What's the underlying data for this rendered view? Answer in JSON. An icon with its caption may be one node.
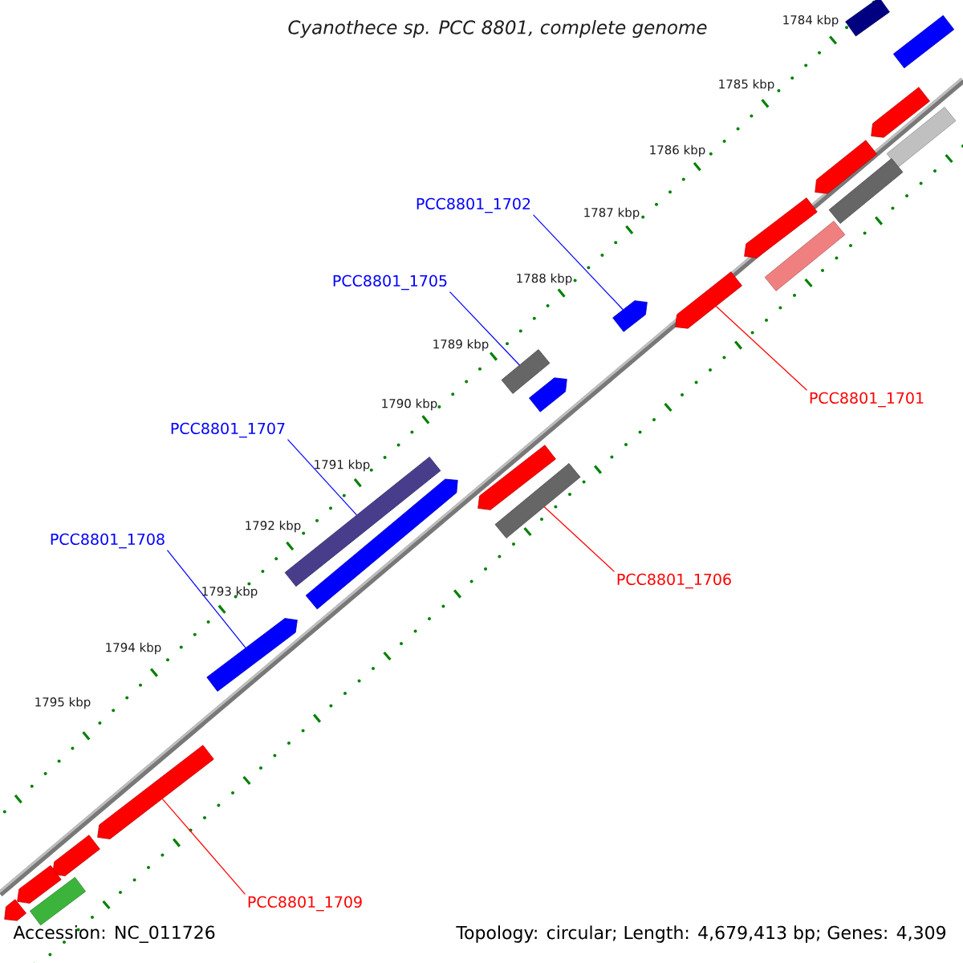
{
  "diagram": {
    "title": "Cyanothece sp. PCC 8801, complete genome",
    "nodes": [
      {
        "text": [
          "PCC8801_1702"
        ]
      },
      {
        "text": [
          "PCC8801_1705"
        ]
      },
      {
        "text": [
          "PCC8801_1701"
        ]
      },
      {
        "text": [
          "PCC8801_1707"
        ]
      },
      {
        "text": [
          "PCC8801_1708"
        ]
      },
      {
        "text": [
          "PCC8801_1706"
        ]
      },
      {
        "text": [
          "PCC8801_1709"
        ]
      },
      {
        "text": [],
        "shape": "bar"
      },
      {
        "text": [],
        "shape": "bar"
      },
      {
        "text": [],
        "shape": "arrow"
      },
      {
        "text": [],
        "shape": "bar"
      },
      {
        "text": [],
        "shape": "arrow"
      },
      {
        "text": [],
        "shape": "bar"
      },
      {
        "text": [],
        "shape": "arrow"
      },
      {
        "text": [],
        "shape": "bar"
      },
      {
        "text": [],
        "shape": "arrow"
      },
      {
        "text": [],
        "shape": "arrow"
      },
      {
        "text": [],
        "shape": "bar"
      },
      {
        "text": [],
        "shape": "arrow"
      },
      {
        "text": [],
        "shape": "arrow"
      },
      {
        "text": [],
        "shape": "bar"
      },
      {
        "text": [],
        "shape": "bar"
      },
      {
        "text": [],
        "shape": "arrow"
      },
      {
        "text": [],
        "shape": "arrow"
      },
      {
        "text": [],
        "shape": "arrow"
      },
      {
        "text": [],
        "shape": "arrow"
      },
      {
        "text": [],
        "shape": "arrow"
      },
      {
        "text": [],
        "shape": "bar"
      },
      {
        "text": [],
        "shape": "arrow"
      }
    ],
    "edges": [
      {
        "from": 0,
        "to": 16,
        "arrow": "none"
      },
      {
        "from": 1,
        "to": 17,
        "arrow": "none"
      },
      {
        "from": 2,
        "to": 15,
        "arrow": "none",
        "color": "#ff0000"
      },
      {
        "from": 3,
        "to": 20,
        "arrow": "none"
      },
      {
        "from": 4,
        "to": 23,
        "arrow": "none"
      },
      {
        "from": 5,
        "to": 21,
        "arrow": "none",
        "color": "#ff0000"
      },
      {
        "from": 6,
        "to": 24,
        "arrow": "none",
        "color": "#ff0000"
      }
    ],
    "labels": [
      "1784 kbp",
      "1785 kbp",
      "1786 kbp",
      "1787 kbp",
      "1788 kbp",
      "1789 kbp",
      "1790 kbp",
      "1791 kbp",
      "1792 kbp",
      "1793 kbp",
      "1794 kbp",
      "1795 kbp",
      "Accession: NC_011726",
      "Topology: circular; Length: 4,679,413 bp; Genes: 4,309"
    ]
  }
}
